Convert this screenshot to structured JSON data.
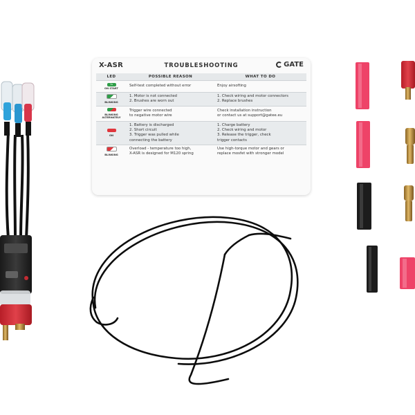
{
  "card": {
    "brand": "X-ASR",
    "title": "TROUBLESHOOTING",
    "logo": "GATE",
    "headers": [
      "LED",
      "POSSIBLE REASON",
      "WHAT TO DO"
    ],
    "rows": [
      {
        "led_badge": "1s",
        "led_caption": "ON START",
        "led_colors": [
          "#2e9e48"
        ],
        "reason": [
          "Self-test completed without error"
        ],
        "action": [
          "Enjoy airsofting"
        ]
      },
      {
        "led_badge": "",
        "led_caption": "BLINKING",
        "led_colors": [
          "#2e9e48",
          "#ffffff"
        ],
        "reason": [
          "1.  Motor is not connected",
          "2.  Brushes are worn out"
        ],
        "action": [
          "1.  Check wiring and motor connectors",
          "2.  Replace brushes"
        ]
      },
      {
        "led_badge": "",
        "led_caption": "BLINKING ALTERNATELY",
        "led_colors": [
          "#2e9e48",
          "#e0363c"
        ],
        "reason": [
          "Trigger wire connected",
          "to negative motor wire"
        ],
        "action": [
          "Check installation instruction",
          "or contact us at support@gatee.eu"
        ]
      },
      {
        "led_badge": "",
        "led_caption": "ON",
        "led_colors": [
          "#e0363c"
        ],
        "reason": [
          "1.  Battery is discharged",
          "2.  Short circuit",
          "3.  Trigger was pulled while",
          "     connecting the battery"
        ],
        "action": [
          "1.  Charge battery",
          "2.  Check wiring and motor",
          "3.  Release the trigger, check",
          "     trigger contacts"
        ]
      },
      {
        "led_badge": "",
        "led_caption": "BLINKING",
        "led_colors": [
          "#e0363c",
          "#ffffff"
        ],
        "reason": [
          "Overload - temperature too high,",
          "X-ASR is designed for M120 spring"
        ],
        "action": [
          "Use high-torque motor and gears or",
          "replace mosfet with stronger model"
        ]
      }
    ]
  },
  "colors": {
    "heat_shrink_red": "#ee4368",
    "heat_shrink_black": "#1c1c1c",
    "wire_red": "#d8364a",
    "wire_blue": "#2f9fd8",
    "connector_red": "#c8242f",
    "brass": "#c79a45"
  }
}
